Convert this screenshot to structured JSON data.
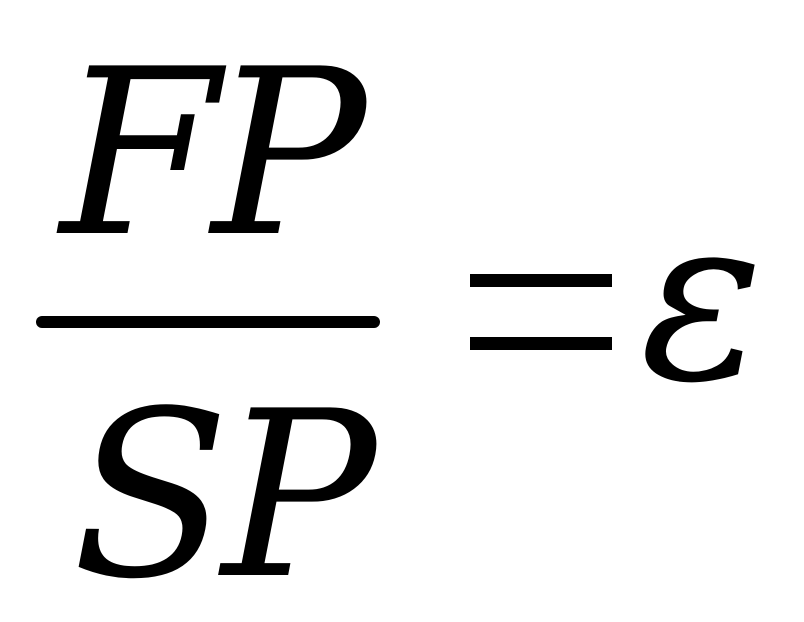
{
  "equation": {
    "numerator": "FP",
    "denominator": "SP",
    "operator": "=",
    "result": "ε"
  },
  "colors": {
    "ink": "#000000",
    "background": "#ffffff"
  }
}
